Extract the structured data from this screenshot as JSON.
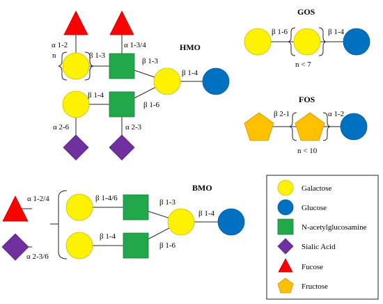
{
  "colors": {
    "galactose": "#FFF200",
    "glucose": "#0070C0",
    "glcnac": "#21A84A",
    "sialic": "#7030A0",
    "fucose": "#FF0000",
    "fructose": "#FFC000"
  },
  "hmo": {
    "title": "HMO",
    "n": "n",
    "bonds": {
      "fuc_gal": "α 1-2",
      "fuc_glcnac": "α 1-3/4",
      "gal_glcnac_top": "β 1-3",
      "glcnac_gal_top": "β 1-3",
      "gal_glc": "β 1-4",
      "gal_glcnac_bottom": "β 1-4",
      "glcnac_gal_bottom": "β 1-6",
      "sia_gal": "α 2-6",
      "sia_glcnac": "α 2-3"
    }
  },
  "gos": {
    "title": "GOS",
    "bond_left": "β 1-6",
    "bond_right": "β 1-4",
    "n_text": "n < 7"
  },
  "fos": {
    "title": "FOS",
    "bond_left": "β 2-1",
    "bond_right": "α 1-2",
    "n_text": "n < 10"
  },
  "bmo": {
    "title": "BMO",
    "bonds": {
      "fucose": "α 1-2/4",
      "sialic": "α 2-3/6",
      "gal_glcnac_top": "β 1-4/6",
      "glcnac_gal_top": "β 1-3",
      "gal_glc": "β 1-4",
      "gal_glcnac_bottom": "β 1-4",
      "glcnac_gal_bottom": "β 1-6"
    }
  },
  "legend": {
    "items": [
      {
        "label": "Galactose"
      },
      {
        "label": "Glucose"
      },
      {
        "label": "N-acetylglucosamine"
      },
      {
        "label": "Sialic Acid"
      },
      {
        "label": "Fucose"
      },
      {
        "label": "Fructose"
      }
    ]
  }
}
